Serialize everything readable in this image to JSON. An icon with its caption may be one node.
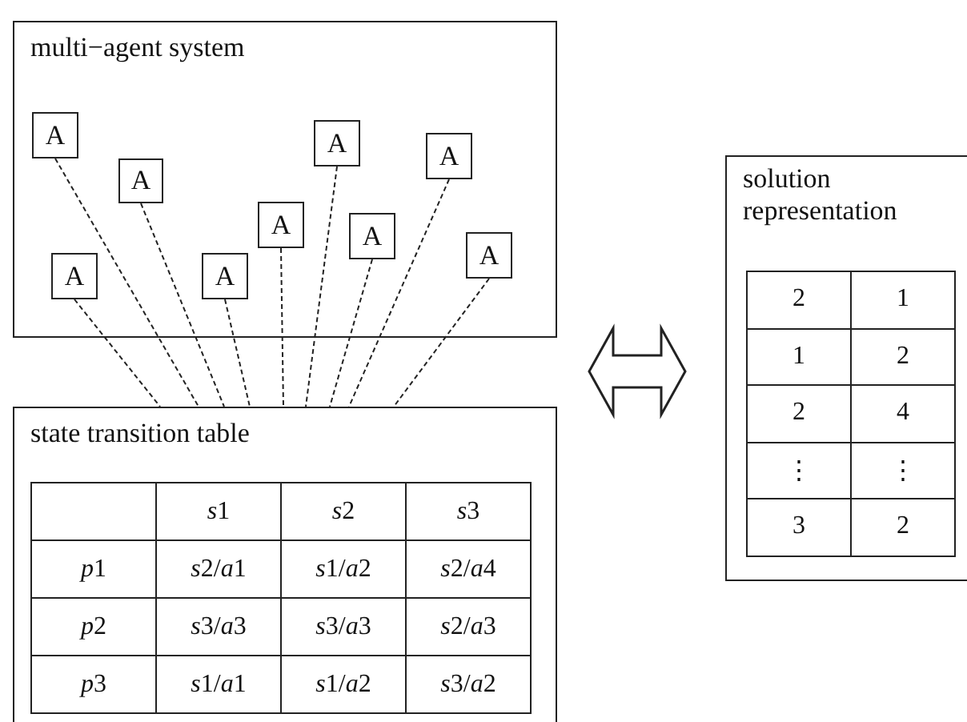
{
  "diagram": {
    "nodes": [
      {
        "text": [
          "multi−agent system"
        ]
      },
      {
        "text": [
          "A"
        ],
        "in": 0
      },
      {
        "text": [
          "A"
        ],
        "in": 0
      },
      {
        "text": [
          "A"
        ],
        "in": 0
      },
      {
        "text": [
          "A"
        ],
        "in": 0
      },
      {
        "text": [
          "A"
        ],
        "in": 0
      },
      {
        "text": [
          "A"
        ],
        "in": 0
      },
      {
        "text": [
          "A"
        ],
        "in": 0
      },
      {
        "text": [
          "A"
        ],
        "in": 0
      },
      {
        "text": [
          "A"
        ],
        "in": 0
      },
      {
        "text": [
          "state transition table"
        ]
      },
      {
        "text": [
          "solution representation"
        ]
      }
    ],
    "edges": [
      {
        "from": 1,
        "to": 10,
        "arrow": "none",
        "style": "dashed"
      },
      {
        "from": 2,
        "to": 10,
        "arrow": "none",
        "style": "dashed"
      },
      {
        "from": 3,
        "to": 10,
        "arrow": "none",
        "style": "dashed"
      },
      {
        "from": 4,
        "to": 10,
        "arrow": "none",
        "style": "dashed"
      },
      {
        "from": 5,
        "to": 10,
        "arrow": "none",
        "style": "dashed"
      },
      {
        "from": 6,
        "to": 10,
        "arrow": "none",
        "style": "dashed"
      },
      {
        "from": 7,
        "to": 10,
        "arrow": "none",
        "style": "dashed"
      },
      {
        "from": 8,
        "to": 10,
        "arrow": "none",
        "style": "dashed"
      },
      {
        "from": 9,
        "to": 10,
        "arrow": "none",
        "style": "dashed"
      },
      {
        "from": 0,
        "to": 11,
        "arrow": "both"
      }
    ],
    "labels": [
      "s1",
      "s2",
      "s3",
      "p1",
      "s2/a1",
      "s1/a2",
      "s2/a4",
      "p2",
      "s3/a3",
      "s3/a3",
      "s2/a3",
      "p3",
      "s1/a1",
      "s1/a2",
      "s3/a2",
      "2",
      "1",
      "1",
      "2",
      "2",
      "4",
      "⋮",
      "⋮",
      "3",
      "2"
    ]
  }
}
